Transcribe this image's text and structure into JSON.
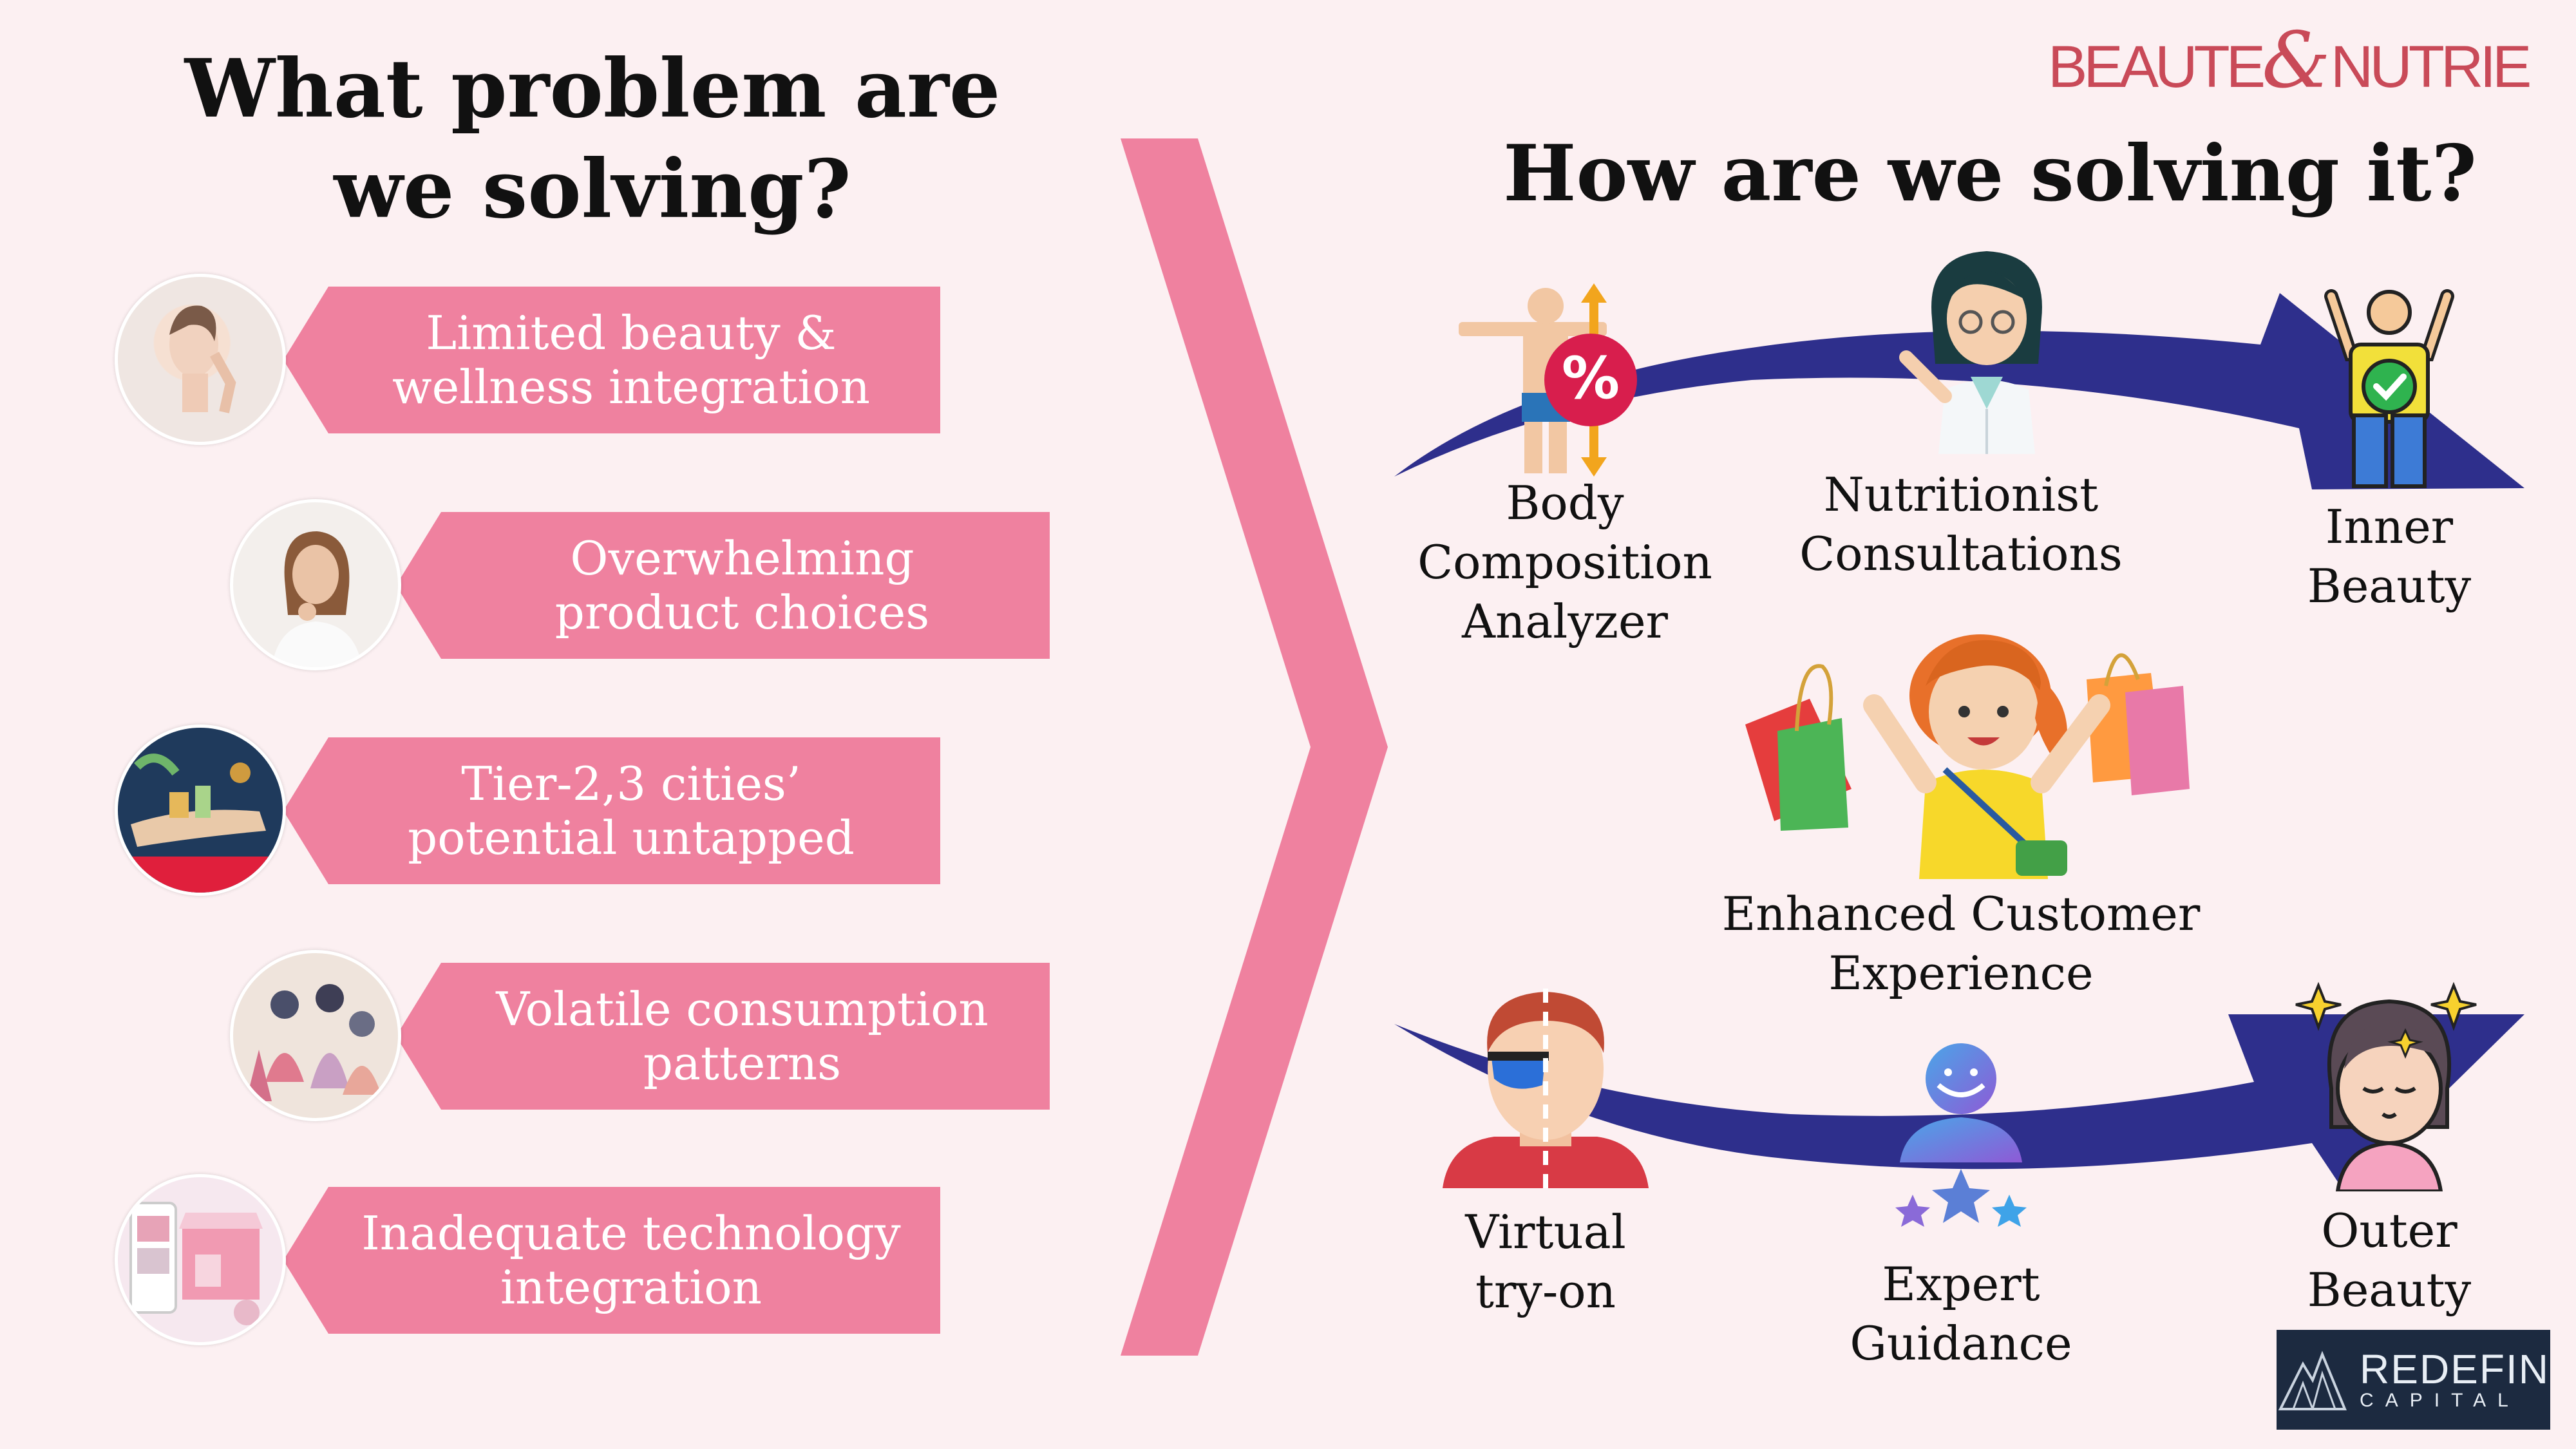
{
  "left_heading": "What problem are\nwe solving?",
  "right_heading": "How are we solving it?",
  "brand": {
    "left": "BEAUTE",
    "amp": "&",
    "right": "NUTRIE"
  },
  "problems": [
    "Limited beauty &\nwellness integration",
    "Overwhelming\nproduct choices",
    "Tier-2,3 cities’\npotential untapped",
    "Volatile consumption\npatterns",
    "Inadequate technology\nintegration"
  ],
  "solutions": {
    "body_composition": "Body\nComposition\nAnalyzer",
    "nutritionist": "Nutritionist\nConsultations",
    "inner_beauty": "Inner\nBeauty",
    "customer_experience": "Enhanced Customer\nExperience",
    "virtual_tryon": "Virtual\ntry-on",
    "expert_guidance": "Expert\nGuidance",
    "outer_beauty": "Outer\nBeauty"
  },
  "footer_logo": {
    "line1": "REDEFIN",
    "line2": "CAPITAL"
  },
  "colors": {
    "accent_pink": "#ef819f",
    "arrow_navy": "#2e2f8c",
    "background": "#fcf0f2",
    "brand_red": "#c94a58"
  }
}
